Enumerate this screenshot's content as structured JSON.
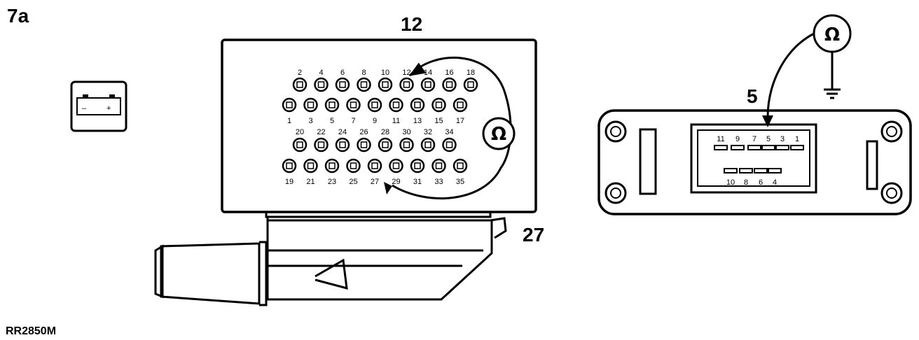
{
  "figure_label": "7a",
  "reference_code": "RR2850M",
  "ecu_connector": {
    "callout_top": "12",
    "callout_bottom": "27",
    "top_row1_labels": [
      "2",
      "4",
      "6",
      "8",
      "10",
      "12",
      "14",
      "16",
      "18"
    ],
    "bottom_row1_labels": [
      "1",
      "3",
      "5",
      "7",
      "9",
      "11",
      "13",
      "15",
      "17"
    ],
    "top_row2_labels": [
      "20",
      "22",
      "24",
      "26",
      "28",
      "30",
      "32",
      "34"
    ],
    "bottom_row2_labels": [
      "19",
      "21",
      "23",
      "25",
      "27",
      "29",
      "31",
      "33",
      "35"
    ],
    "meter_symbol": "Ω"
  },
  "battery_icon": {
    "minus": "–",
    "plus": "+"
  },
  "relay_connector": {
    "callout": "5",
    "top_labels": [
      "11",
      "9",
      "7",
      "5",
      "3",
      "1"
    ],
    "bottom_labels": [
      "10",
      "8",
      "6",
      "4"
    ],
    "meter_symbol": "Ω"
  }
}
